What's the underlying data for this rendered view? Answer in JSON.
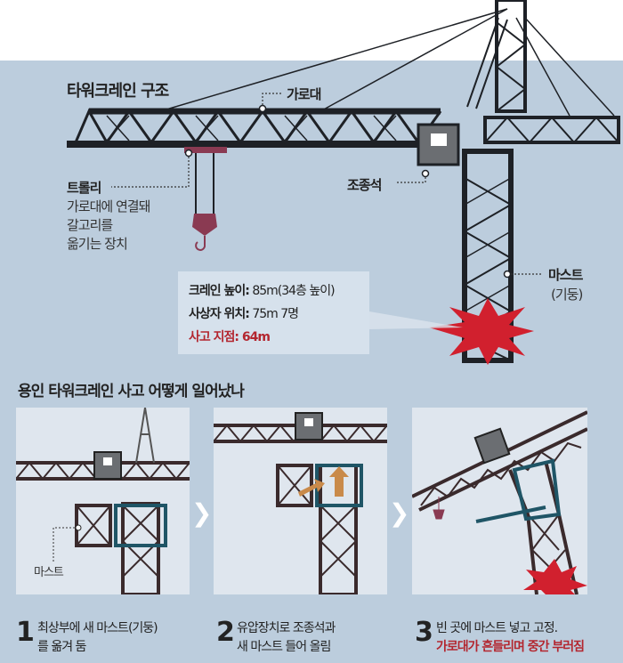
{
  "structure": {
    "title": "타워크레인 구조",
    "jib_label": "가로대",
    "trolley_label": "트롤리",
    "trolley_desc": [
      "가로대에 연결돼",
      "갈고리를",
      "옮기는 장치"
    ],
    "cab_label": "조종석",
    "mast_label": "마스트",
    "mast_sub": "(기둥)"
  },
  "info": {
    "height_key": "크레인 높이:",
    "height_val": "85m(34층 높이)",
    "casualty_key": "사상자 위치:",
    "casualty_val": "75m 7명",
    "accident": "사고 지점: 64m"
  },
  "section_title": "용인 타워크레인 사고 어떻게 일어났나",
  "panel1_mast_label": "마스트",
  "steps": [
    {
      "num": "1",
      "lines": [
        "최상부에 새 마스트(기둥)",
        "를 옮겨 둠"
      ]
    },
    {
      "num": "2",
      "lines": [
        "유압장치로 조종석과",
        "새 마스트 들어 올림"
      ]
    },
    {
      "num": "3",
      "lines": [
        "빈 곳에 마스트 넣고 고정.",
        "가로대가 흔들리며 중간 부러짐"
      ]
    }
  ],
  "colors": {
    "background": "#bccddd",
    "accent_red": "#b3262f",
    "steel": "#1e2126",
    "hook": "#8a3a52",
    "teal": "#1f5566"
  }
}
